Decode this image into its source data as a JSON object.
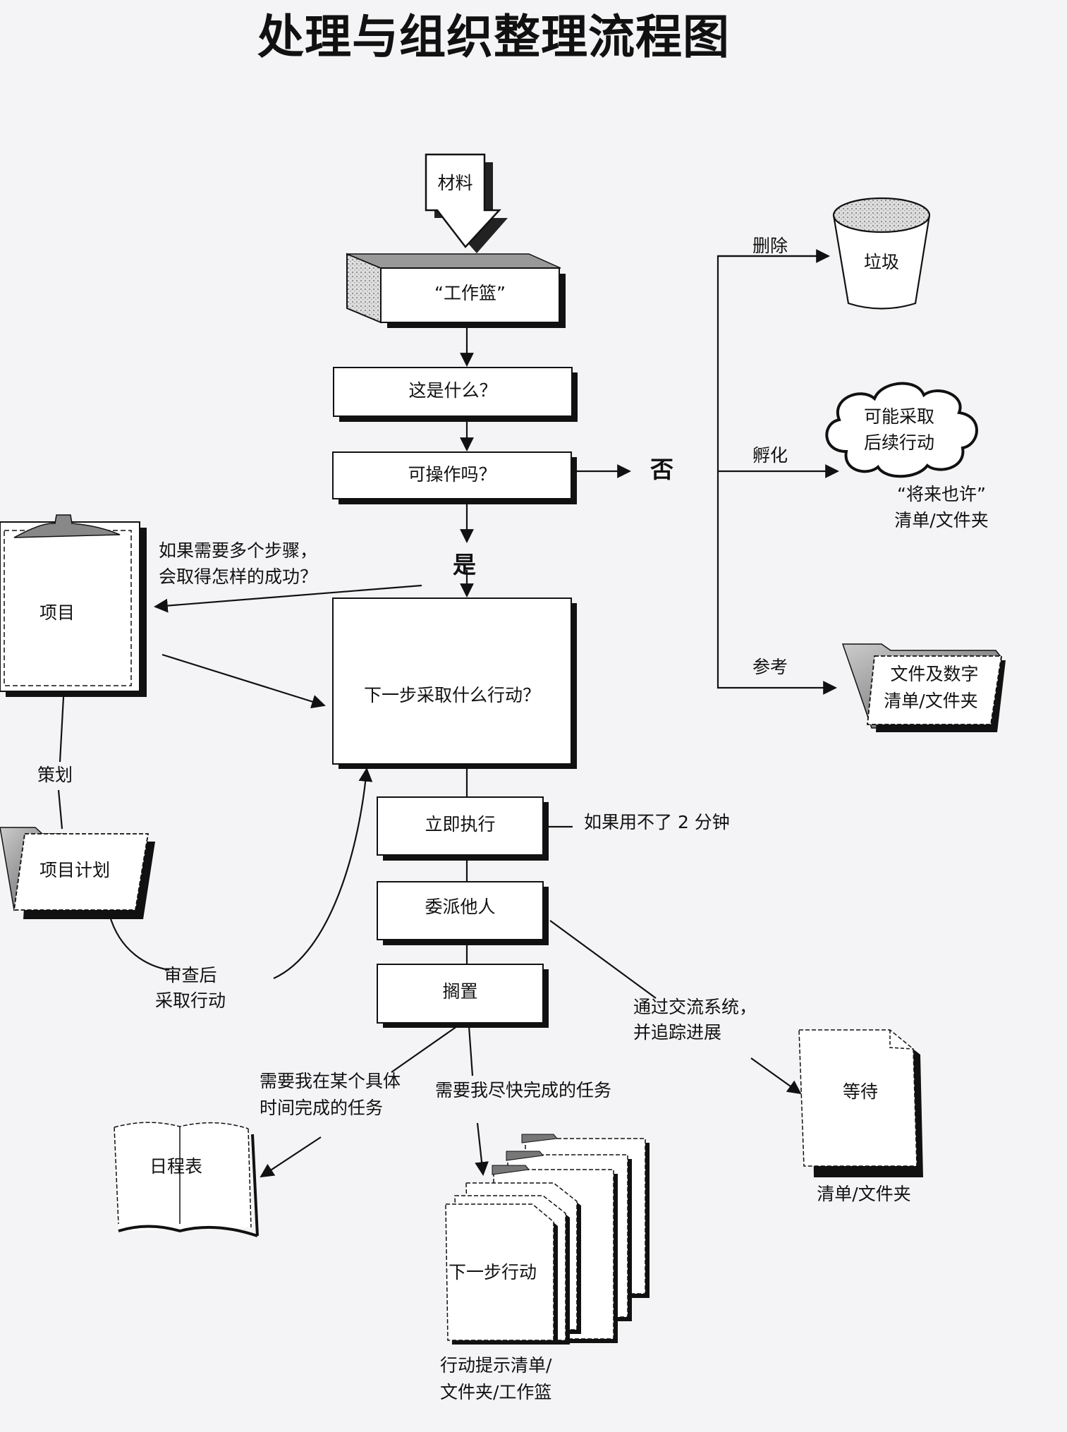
{
  "title": "处理与组织整理流程图",
  "nodes": {
    "materials": "材料",
    "inbox": "“工作篮”",
    "what_is_it": "这是什么？",
    "actionable": "可操作吗？",
    "no": "否",
    "yes": "是",
    "next_action": "下一步采取什么行动？",
    "do_it": "立即执行",
    "delegate": "委派他人",
    "defer": "搁置",
    "trash": "垃圾",
    "someday_cloud": [
      "可能采取",
      "后续行动"
    ],
    "someday_caption": [
      "“将来也许”",
      "清单/文件夹"
    ],
    "reference": [
      "文件及数字",
      "清单/文件夹"
    ],
    "projects": "项目",
    "project_plans": "项目计划",
    "calendar": "日程表",
    "next_actions": "下一步行动",
    "next_actions_caption": [
      "行动提示清单/",
      "文件夹/工作篮"
    ],
    "waiting": "等待",
    "waiting_caption": "清单/文件夹"
  },
  "labels": {
    "delete": "删除",
    "incubate": "孵化",
    "reference": "参考",
    "multi_step": [
      "如果需要多个步骤，",
      "会取得怎样的成功？"
    ],
    "plan": "策划",
    "review": [
      "审查后",
      "采取行动"
    ],
    "two_minutes": "如果用不了 2 分钟",
    "delegate_track": [
      "通过交流系统，",
      "并追踪进展"
    ],
    "specific_time": [
      "需要我在某个具体",
      "时间完成的任务"
    ],
    "asap": "需要我尽快完成的任务"
  }
}
